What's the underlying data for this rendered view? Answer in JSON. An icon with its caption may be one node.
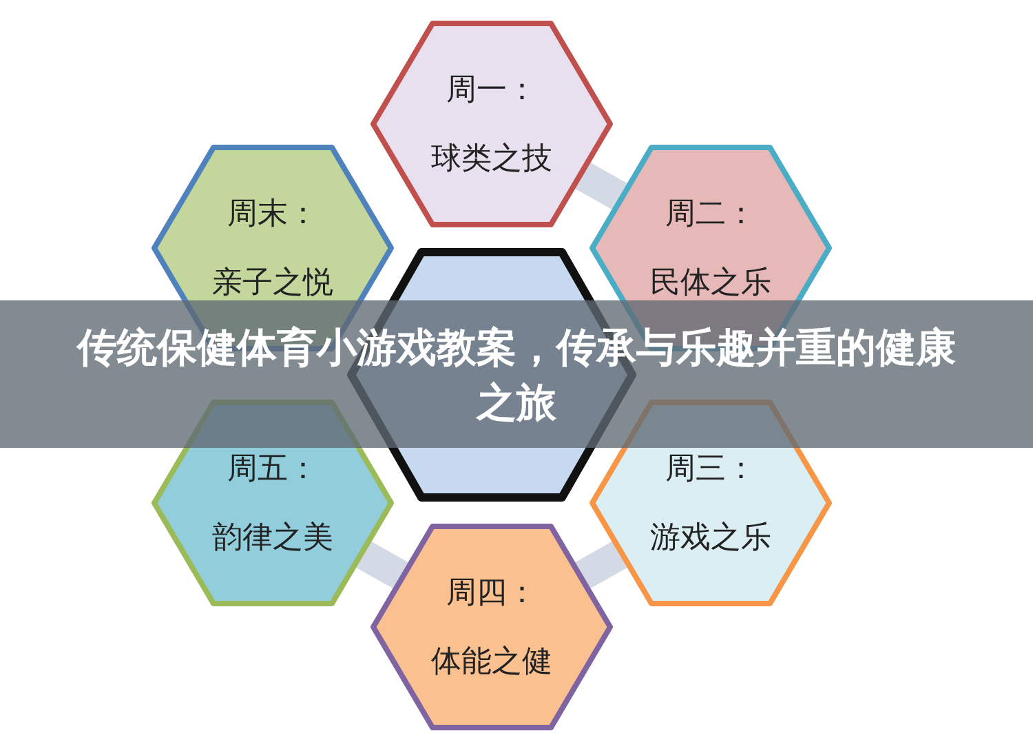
{
  "diagram": {
    "title": "传统保健体育小游戏教案，传承与乐趣并重的健康之旅",
    "nodes": [
      {
        "text": [
          "周一：",
          "球类之技"
        ]
      },
      {
        "text": [
          "周末：",
          "亲子之悦"
        ]
      },
      {
        "text": [
          "周二：",
          "民体之乐"
        ]
      },
      {
        "text": [],
        "shape": "hexagon"
      },
      {
        "text": [
          "周五：",
          "韵律之美"
        ]
      },
      {
        "text": [
          "周三：",
          "游戏之乐"
        ]
      },
      {
        "text": [
          "周四：",
          "体能之健"
        ]
      }
    ],
    "edges": [
      {
        "from": 0,
        "to": 2,
        "arrow": "none"
      },
      {
        "from": 5,
        "to": 6,
        "arrow": "none"
      },
      {
        "from": 6,
        "to": 4,
        "arrow": "none"
      }
    ]
  }
}
